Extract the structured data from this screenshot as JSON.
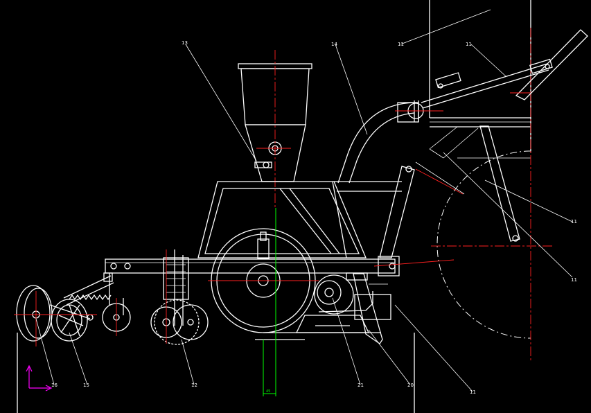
{
  "drawing": {
    "background": "#000000",
    "line_colors": {
      "outline": "#ffffff",
      "centerline": "#ff2020",
      "dimension": "#00ff00",
      "ucs_icon": "#ff00ff"
    },
    "callouts": [
      {
        "id": "c-top-right-1",
        "text": "11"
      },
      {
        "id": "c-top-right-2",
        "text": "11"
      },
      {
        "id": "c-hopper",
        "text": "13"
      },
      {
        "id": "c-tube",
        "text": "14"
      },
      {
        "id": "c-right-1",
        "text": "11"
      },
      {
        "id": "c-right-2",
        "text": "11"
      },
      {
        "id": "c-bottom-disc",
        "text": "16"
      },
      {
        "id": "c-bottom-spring",
        "text": "15"
      },
      {
        "id": "c-bottom-wheel",
        "text": "12"
      },
      {
        "id": "c-bottom-sprocket",
        "text": "21"
      },
      {
        "id": "c-bottom-furrow",
        "text": "20"
      },
      {
        "id": "c-bottom-frame",
        "text": "11"
      }
    ],
    "dimension_text": "45"
  }
}
